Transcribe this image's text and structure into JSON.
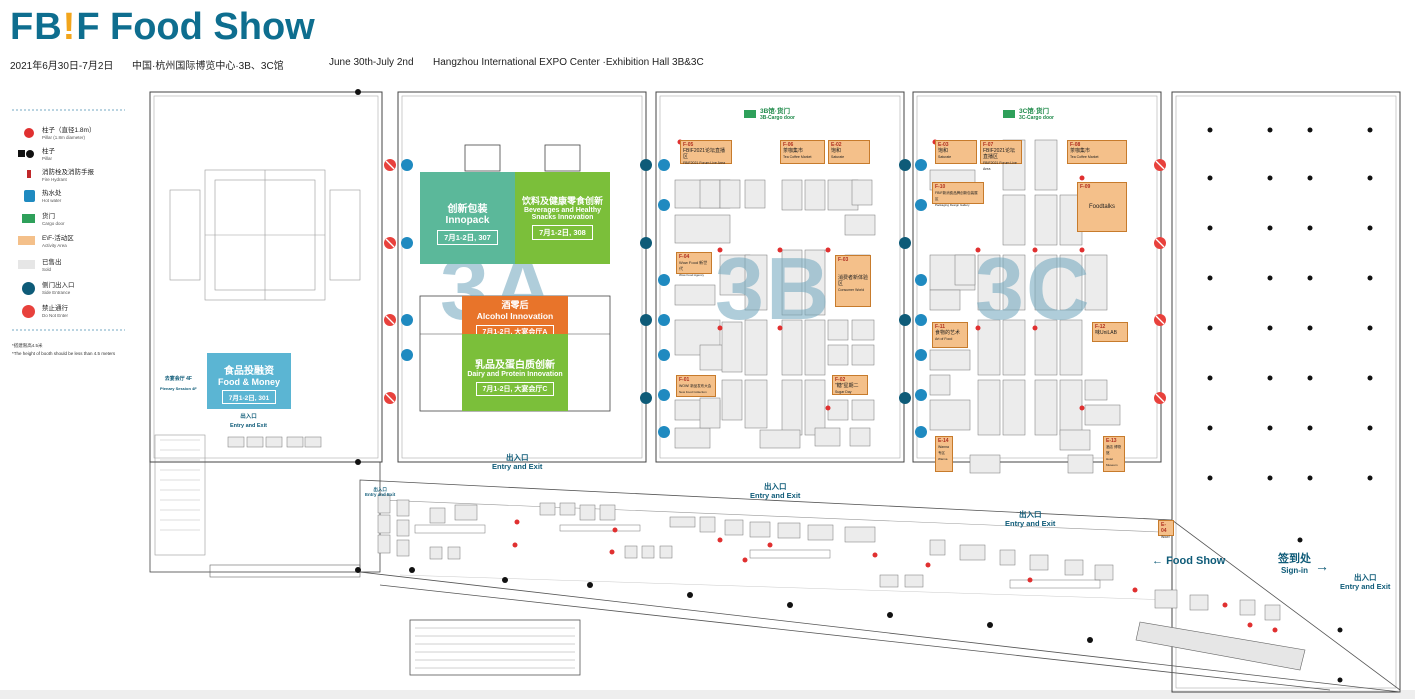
{
  "header": {
    "logo_text_1": "FB",
    "logo_text_2": "!",
    "logo_text_3": "F",
    "title": "Food Show",
    "date_cn": "2021年6月30日-7月2日",
    "venue_cn": "中国·杭州国际博览中心·3B、3C馆",
    "date_en": "June 30th-July 2nd",
    "venue_en": "Hangzhou International EXPO Center ·Exhibition Hall 3B&3C"
  },
  "legend": {
    "items": [
      {
        "cn": "柱子（直径1.8m）",
        "en": "Pillar (1.8m diameter)",
        "icon": "pillar-round-red-icon"
      },
      {
        "cn": "柱子",
        "en": "Pillar",
        "icon": "pillar-black-icon"
      },
      {
        "cn": "消防栓及消防手报",
        "en": "Fire Hydrant",
        "icon": "fire-hydrant-icon"
      },
      {
        "cn": "热水处",
        "en": "Hot water",
        "icon": "hot-water-icon"
      },
      {
        "cn": "货门",
        "en": "Cargo door",
        "icon": "cargo-truck-icon"
      },
      {
        "cn": "E\\F-活动区",
        "en": "Activity Area",
        "icon": "activity-area-swatch"
      },
      {
        "cn": "已售出",
        "en": "Sold",
        "icon": "sold-swatch"
      },
      {
        "cn": "侧门出入口",
        "en": "Side Entrance",
        "icon": "side-entrance-icon"
      },
      {
        "cn": "禁止通行",
        "en": "Do Not Enter",
        "icon": "no-entry-icon"
      }
    ],
    "note_cn": "*搭建限高4.5米",
    "note_en": "*The height of booth should be less than 4.5 meters"
  },
  "zones": {
    "innopack": {
      "cn": "创新包装",
      "en": "Innopack",
      "date": "7月1-2日, 307",
      "color": "#5bb89a"
    },
    "beverages": {
      "cn": "饮料及健康零食创新",
      "en1": "Beverages and Healthy",
      "en2": "Snacks Innovation",
      "date": "7月1-2日, 308",
      "color": "#7bbf3a"
    },
    "alcohol": {
      "cn": "酒零后",
      "en": "Alcohol Innovation",
      "date": "7月1-2日, 大宴会厅A",
      "color": "#e8742a"
    },
    "dairy": {
      "cn": "乳品及蛋白质创新",
      "en": "Dairy and Protein Innovation",
      "date": "7月1-2日, 大宴会厅C",
      "color": "#7bbf3a"
    },
    "money": {
      "cn": "食品投融资",
      "en": "Food & Money",
      "date": "7月1-2日, 301",
      "color": "#5bb5d3"
    }
  },
  "halls": {
    "hall_3a": "3A",
    "hall_3b": "3B",
    "hall_3c": "3C"
  },
  "cargo_doors": [
    {
      "cn": "3B馆·货门",
      "en": "3B-Cargo door"
    },
    {
      "cn": "3C馆·货门",
      "en": "3C-Cargo door"
    }
  ],
  "activity_areas": [
    {
      "id": "F-05",
      "cn": "FBIF2021论坛直播区",
      "en": "FBIF2021 Forum Live Area"
    },
    {
      "id": "F-06",
      "cn": "茶咖集市",
      "en": "Tea Coffee Market"
    },
    {
      "id": "E-02",
      "cn": "饱和",
      "en": "Saturate"
    },
    {
      "id": "E-03",
      "cn": "饱和",
      "en": "Saturate"
    },
    {
      "id": "F-07",
      "cn": "FBIF2021论坛直播区",
      "en": "FBIF2021 Forum Live Area"
    },
    {
      "id": "F-08",
      "cn": "茶咖集市",
      "en": "Tea Coffee Market"
    },
    {
      "id": "F-09",
      "cn": "Foodtalks",
      "en": ""
    },
    {
      "id": "F-10",
      "cn": "FBIF新消费品牌创新包装展区",
      "en": "Packaging Design Gallery"
    },
    {
      "id": "F-04",
      "cn": "Wow Food 新世代",
      "en": "Wow Food Agency"
    },
    {
      "id": "F-03",
      "cn": "消费者新体验区",
      "en": "Consumer World"
    },
    {
      "id": "F-11",
      "cn": "食物的艺术",
      "en": "Art of Food"
    },
    {
      "id": "F-12",
      "cn": "味UniLAB",
      "en": ""
    },
    {
      "id": "F-01",
      "cn": "WOW! 新品发布大会",
      "en": "New Food Collection"
    },
    {
      "id": "F-02",
      "cn": "\"糖\"星期二",
      "en": "Sugar Day"
    },
    {
      "id": "E-14",
      "cn": "Wanna 专区",
      "en": "Wanna"
    },
    {
      "id": "E-13",
      "cn": "酒店 博物馆",
      "en": "Hotel Museum"
    },
    {
      "id": "E-04",
      "cn": "Wow!",
      "en": "Wow"
    }
  ],
  "entries": {
    "entry_cn": "出入口",
    "entry_en": "Entry and Exit",
    "food_show": "Food Show",
    "signin_cn": "签到处",
    "signin_en": "Sign-in",
    "hotel_label_cn": "去宴会厅 4F",
    "hotel_label_en": "Plenary Session 4F"
  },
  "colors": {
    "brand": "#0e6e8f",
    "activity": "#f4c08a",
    "sold": "#e6e6e6",
    "pillar_red": "#e03030",
    "cargo_green": "#1f8a4a"
  }
}
